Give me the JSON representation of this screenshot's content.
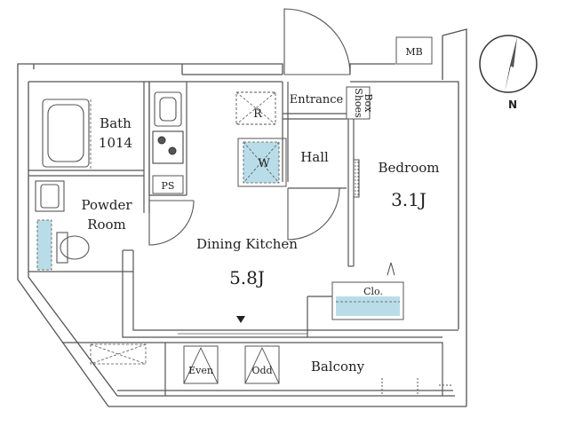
{
  "rooms": {
    "bath": {
      "name": "Bath",
      "size": "1014"
    },
    "powder": {
      "line1": "Powder",
      "line2": "Room"
    },
    "dining": {
      "name": "Dining Kitchen",
      "size": "5.8J"
    },
    "entrance": "Entrance",
    "hall": "Hall",
    "bedroom": {
      "name": "Bedroom",
      "size": "3.1J"
    },
    "balcony": "Balcony"
  },
  "fixtures": {
    "ps": "PS",
    "mb": "MB",
    "refrigerator": "R",
    "washer": "W",
    "shoes_box": {
      "line1": "Shoes",
      "line2": "Box"
    },
    "closet": "Clo.",
    "unit_even": "Even",
    "unit_odd": "Odd"
  },
  "compass": {
    "label": "N"
  },
  "colors": {
    "wall": "#555555",
    "wall_fill": "#ffffff",
    "water": "#b9dde8",
    "line": "#444444"
  }
}
